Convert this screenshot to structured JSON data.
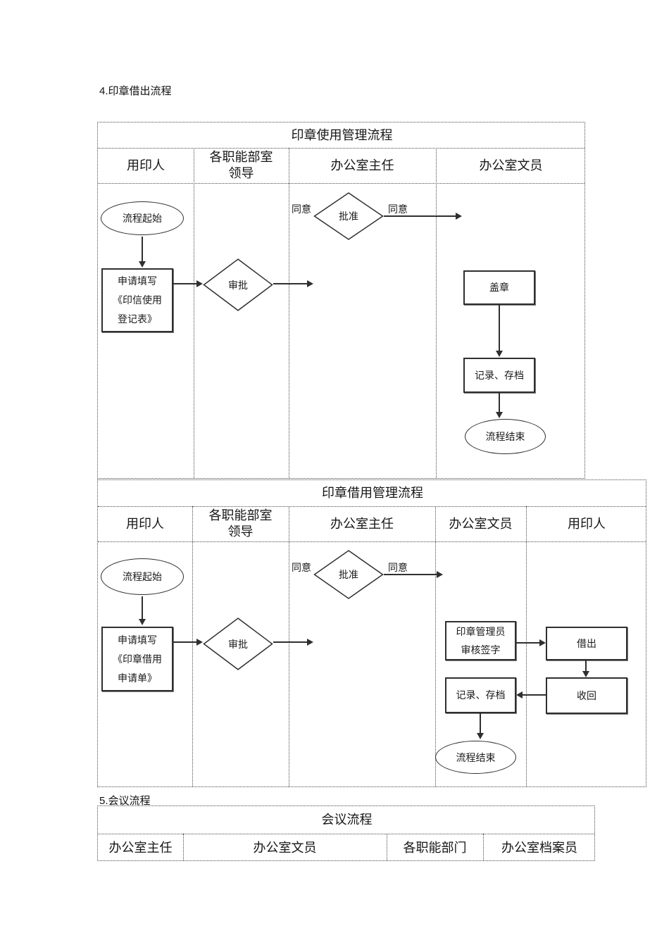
{
  "headings": {
    "section4": "4.印章借出流程",
    "section5": "5.会议流程"
  },
  "table_seal_use": {
    "title": "印章使用管理流程",
    "columns": [
      [
        "用印人"
      ],
      [
        "各职能部室",
        "领导"
      ],
      [
        "办公室主任"
      ],
      [
        "办公室文员"
      ]
    ]
  },
  "flow_seal_use": {
    "start": "流程起始",
    "apply_lines": [
      "申请填写",
      "《印信使用",
      "登记表》"
    ],
    "review": "审批",
    "approve": "批准",
    "agree_left": "同意",
    "agree_right": "同意",
    "stamp": "盖章",
    "record": "记录、存档",
    "end": "流程结束"
  },
  "table_seal_borrow": {
    "title": "印章借用管理流程",
    "columns": [
      [
        "用印人"
      ],
      [
        "各职能部室",
        "领导"
      ],
      [
        "办公室主任"
      ],
      [
        "办公室文员"
      ],
      [
        "用印人"
      ]
    ]
  },
  "flow_seal_borrow": {
    "start": "流程起始",
    "apply_lines": [
      "申请填写",
      "《印章借用",
      "申请单》"
    ],
    "review": "审批",
    "approve": "批准",
    "agree_left": "同意",
    "agree_right": "同意",
    "manager_lines": [
      "印章管理员",
      "审核签字"
    ],
    "lend": "借出",
    "retrieve": "收回",
    "record": "记录、存档",
    "end": "流程结束"
  },
  "table_meeting": {
    "title": "会议流程",
    "columns": [
      [
        "办公室主任"
      ],
      [
        "办公室文员"
      ],
      [
        "各职能部门"
      ],
      [
        "办公室档案员"
      ]
    ]
  }
}
